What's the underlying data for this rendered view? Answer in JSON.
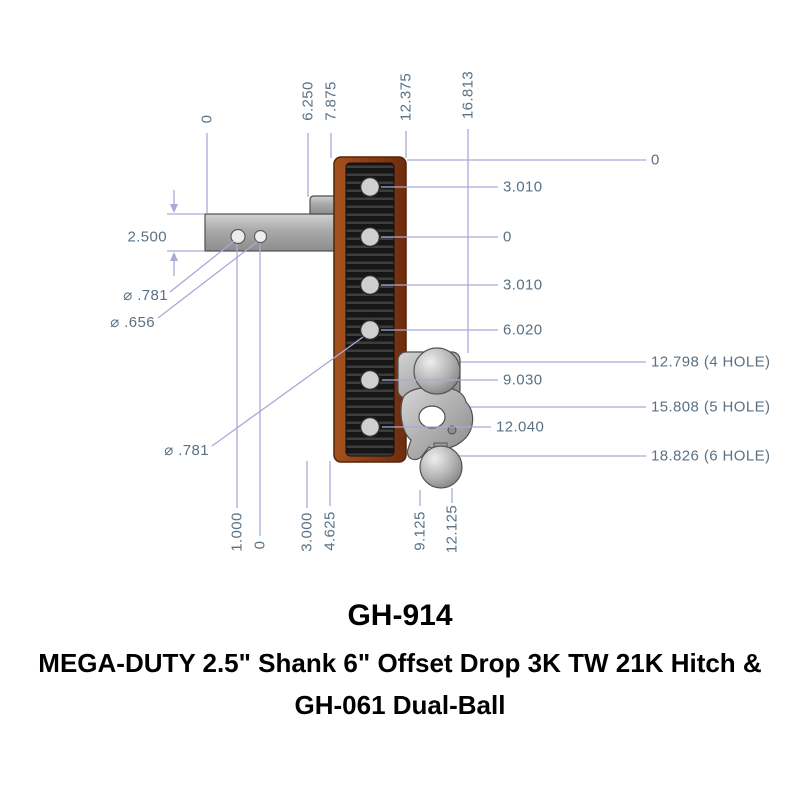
{
  "product": {
    "model": "GH-914",
    "description_line1": "MEGA-DUTY 2.5\" Shank 6\" Offset Drop 3K TW 21K Hitch &",
    "description_line2": "GH-061 Dual-Ball"
  },
  "dims": {
    "top": [
      "0",
      "6.250",
      "7.875",
      "12.375",
      "16.813"
    ],
    "right": [
      "0",
      "3.010",
      "0",
      "3.010",
      "6.020",
      "12.798 (4 HOLE)",
      "9.030",
      "15.808 (5 HOLE)",
      "12.040",
      "18.826 (6 HOLE)"
    ],
    "left": [
      "2.500",
      "⌀ .781",
      "⌀ .656",
      "⌀ .781"
    ],
    "bottom": [
      "1.000",
      "0",
      "3.000",
      "4.625",
      "9.125",
      "12.125"
    ]
  },
  "colors": {
    "dimension_line": "#a9a9d9",
    "dimension_text": "#5a7184",
    "bar_finish": "#8a3c14",
    "metal": "#a8a8a8",
    "tread": "#161616"
  }
}
